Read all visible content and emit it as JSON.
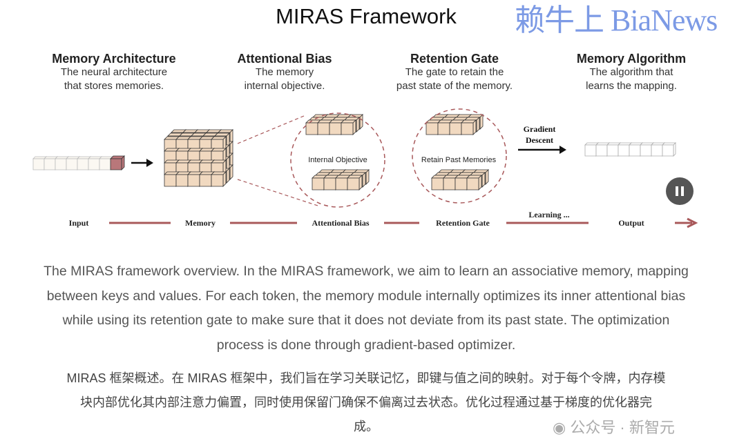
{
  "title": "MIRAS Framework",
  "columns": [
    {
      "heading": "Memory Architecture",
      "line1": "The neural architecture",
      "line2": "that stores memories."
    },
    {
      "heading": "Attentional Bias",
      "line1": "The memory",
      "line2": "internal objective."
    },
    {
      "heading": "Retention Gate",
      "line1": "The gate to retain the",
      "line2": "past state of the memory."
    },
    {
      "heading": "Memory Algorithm",
      "line1": "The algorithm that",
      "line2": "learns the mapping."
    }
  ],
  "diagram": {
    "circle1_label": "Internal Objective",
    "circle2_label": "Retain Past Memories",
    "gradient_line1": "Gradient",
    "gradient_line2": "Descent",
    "timeline": [
      "Input",
      "Memory",
      "Attentional Bias",
      "Retention Gate",
      "Output"
    ],
    "learning_label": "Learning ...",
    "colors": {
      "cube": "#f1d9c0",
      "input_cube": "#b9777a",
      "line": "#a8585a"
    }
  },
  "pause_icon": "pause-icon",
  "caption_en": [
    "The MIRAS framework overview. In the MIRAS framework, we aim to learn an associative memory, mapping",
    "between keys and values. For each token, the memory module internally optimizes its inner attentional bias",
    "while using its retention gate to make sure that it does not deviate from its past state. The optimization",
    "process is done through gradient-based optimizer."
  ],
  "caption_zh": [
    "MIRAS 框架概述。在 MIRAS 框架中，我们旨在学习关联记忆，即键与值之间的映射。对于每个令牌，内存模",
    "块内部优化其内部注意力偏置，同时使用保留门确保不偏离过去状态。优化过程通过基于梯度的优化器完",
    "成。"
  ],
  "watermark": "赖牛上 BiaNews",
  "wechat_watermark": "公众号 · 新智元"
}
